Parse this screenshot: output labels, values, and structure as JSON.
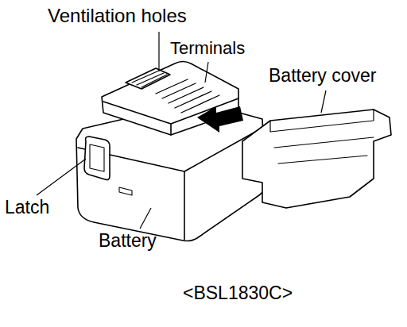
{
  "diagram": {
    "caption": "<BSL1830C>",
    "labels": [
      "Ventilation holes",
      "Terminals",
      "Battery cover",
      "Latch",
      "Battery"
    ]
  }
}
